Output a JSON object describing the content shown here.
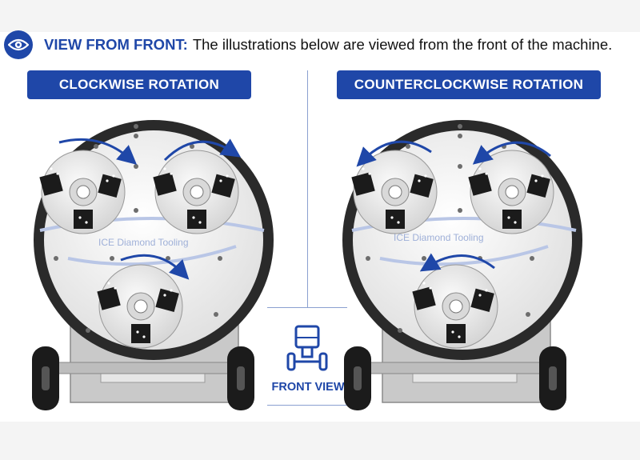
{
  "header": {
    "icon": "eye-icon",
    "key_label": "VIEW FROM FRONT:",
    "description": "The illustrations below are viewed from the front of the machine."
  },
  "panels": [
    {
      "title": "CLOCKWISE ROTATION",
      "direction": "clockwise",
      "watermark": "ICE Diamond Tooling"
    },
    {
      "title": "COUNTERCLOCKWISE ROTATION",
      "direction": "counterclockwise",
      "watermark": "ICE Diamond Tooling"
    }
  ],
  "front_view": {
    "icon": "machine-front-icon",
    "label": "FRONT VIEW"
  },
  "colors": {
    "accent": "#1f47a8",
    "rim": "#2a2a2a",
    "plate": "#f3f3f3",
    "segment": "#1b1b1b"
  }
}
